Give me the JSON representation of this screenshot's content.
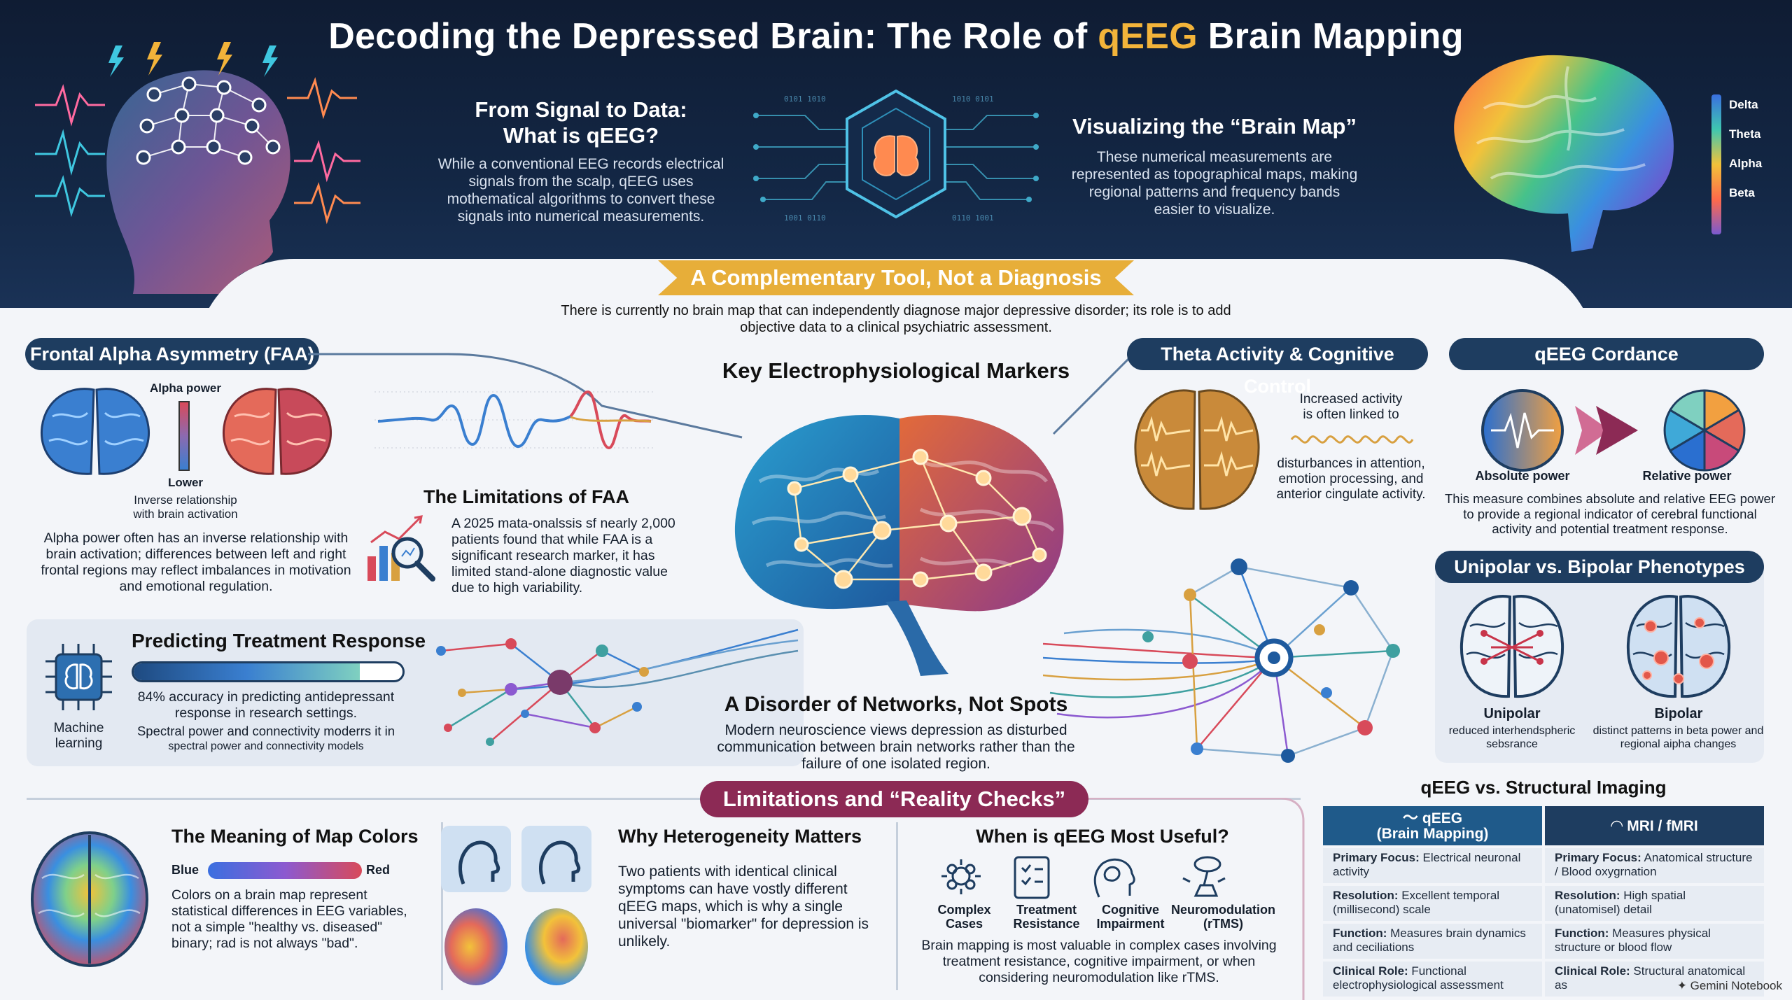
{
  "header": {
    "title_pre": "Decoding the Depressed Brain: The Role of ",
    "title_highlight": "qEEG",
    "title_post": " Brain Mapping",
    "signal": {
      "heading": "From Signal to Data:\nWhat is qEEG?",
      "body": "While a conventional EEG records electrical signals from the scalp, qEEG uses mothematical algorithms to convert these signals into numerical measurements."
    },
    "brain_map": {
      "heading": "Visualizing the “Brain Map”",
      "body": "These numerical measurements are represented as topographical maps, making regional patterns and frequency bands easier to visualize."
    },
    "legend": [
      "Delta",
      "Theta",
      "Alpha",
      "Beta"
    ]
  },
  "complementary": {
    "banner": "A Complementary Tool, Not a Diagnosis",
    "text": "There is currently no brain map that can independently diagnose major depressive disorder; its role is to add objective data to a clinical psychiatric assessment."
  },
  "faa": {
    "title": "Frontal Alpha Asymmetry (FAA)",
    "alpha_power": "Alpha power",
    "lower": "Lower",
    "inverse": "Inverse relationship\nwith brain activation",
    "body": "Alpha power often has an inverse relationship with brain activation; differences between left and right frontal regions may reflect imbalances in motivation and emotional regulation."
  },
  "limitations_faa": {
    "title": "The Limitations of FAA",
    "body": "A 2025 mata-onalssis sf nearly 2,000 patients found that while FAA is a significant research marker, it has limited stand-alone diagnostic value due to high variability."
  },
  "prediction": {
    "title": "Predicting Treatment Response",
    "icon_label": "Machine\nlearning",
    "progress": 0.84,
    "stat": "84% accuracy in predicting antidepressant response in research settings.",
    "note": "Spectral power and connectivity moderrs it in",
    "note2": "spectral power and connectivity models"
  },
  "center": {
    "title": "Key Electrophysiological Markers",
    "network_title": "A Disorder of Networks, Not Spots",
    "network_body": "Modern neuroscience views depression as disturbed communication between brain networks rather than the failure of one isolated region."
  },
  "theta": {
    "title": "Theta Activity & Cognitive Control",
    "increased": "Increased activity\nis often linked to",
    "body": "disturbances in attention, emotion processing, and anterior cingulate activity."
  },
  "cordance": {
    "title": "qEEG Cordance",
    "absolute": "Absolute power",
    "relative": "Relative power",
    "body": "This measure combines absolute and relative EEG power to provide a regional indicator of cerebral functional activity and potential treatment response."
  },
  "phenotypes": {
    "title": "Unipolar vs. Bipolar Phenotypes",
    "unipolar": "Unipolar",
    "unipolar_desc": "reduced interhendspheric sebsrance",
    "bipolar": "Bipolar",
    "bipolar_desc": "distinct patterns in beta power and regional aipha changes"
  },
  "reality": {
    "banner": "Limitations and “Reality Checks”",
    "colors_title": "The Meaning of Map Colors",
    "blue": "Blue",
    "red": "Red",
    "colors_body": "Colors on a brain map represent statistical differences in EEG variables, not a simple \"healthy vs. diseased\" binary; rad is not always \"bad\".",
    "hetero_title": "Why Heterogeneity Matters",
    "hetero_body": "Two patients with identical clinical symptoms can have vostly different qEEG maps, which is why a single universal \"biomarker\" for depression is unlikely.",
    "useful_title": "When is qEEG Most Useful?",
    "useful_items": [
      "Complex\nCases",
      "Treatment\nResistance",
      "Cognitive\nImpairment",
      "Neuromodulation\n(rTMS)"
    ],
    "useful_body": "Brain mapping is most valuable in complex cases involving treatment resistance, cognitive impairment, or when considering neuromodulation like rTMS."
  },
  "comparison": {
    "title": "qEEG vs. Structural Imaging",
    "left_head": "qEEG\n(Brain Mapping)",
    "right_head": "MRI / fMRI",
    "rows": [
      {
        "l_label": "Primary Focus:",
        "l_text": " Electrical neuronal activity",
        "r_label": "Primary Focus:",
        "r_text": " Anatomical structure / Blood oxygrnation"
      },
      {
        "l_label": "Resolution:",
        "l_text": " Excellent temporal (millisecond) scale",
        "r_label": "Resolution:",
        "r_text": " High spatial (unatomisel) detail"
      },
      {
        "l_label": "Function:",
        "l_text": " Measures brain dynamics and ceciliations",
        "r_label": "Function:",
        "r_text": " Measures physical structure or blood flow"
      },
      {
        "l_label": "Clinical Role:",
        "l_text": " Functional electrophysiological assessment",
        "r_label": "Clinical Role:",
        "r_text": " Structural anatomical as"
      }
    ]
  },
  "watermark": "Gemini Notebook",
  "colors": {
    "navy": "#1e3d60",
    "gold": "#e7ae39",
    "magenta": "#8c2a55",
    "cyan": "#3fc7e0"
  }
}
